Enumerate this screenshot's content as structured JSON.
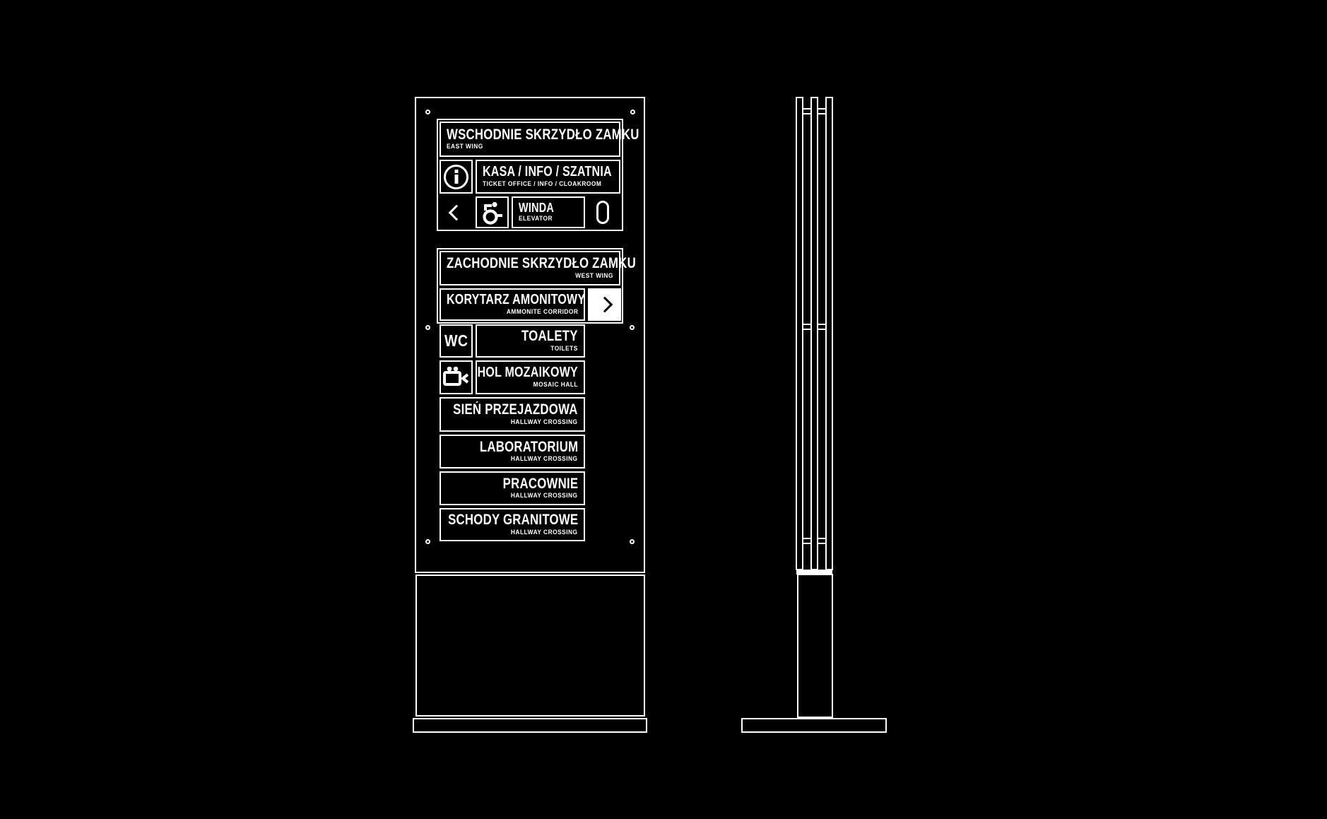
{
  "colors": {
    "background": "#000000",
    "stroke": "#ffffff",
    "panel_fill": "#000000",
    "highlight_fill": "#ffffff",
    "highlight_glyph": "#000000"
  },
  "front_view": {
    "east_wing_group": {
      "header": {
        "title": "WSCHODNIE SKRZYDŁO ZAMKU",
        "subtitle": "EAST WING"
      },
      "ticket_row": {
        "title": "KASA / INFO / SZATNIA",
        "subtitle": "TICKET OFFICE / INFO / CLOAKROOM",
        "icon": "info-icon"
      },
      "elevator_row": {
        "title": "WINDA",
        "subtitle": "ELEVATOR",
        "icons": [
          "chevron-left-icon",
          "wheelchair-icon",
          "elevator-door-icon"
        ]
      }
    },
    "west_wing_group": {
      "header": {
        "title": "ZACHODNIE SKRZYDŁO ZAMKU",
        "subtitle": "WEST WING"
      },
      "corridor_row": {
        "title": "KORYTARZ AMONITOWY",
        "subtitle": "AMMONITE CORRIDOR",
        "icon": "chevron-right-icon"
      }
    },
    "destination_rows": [
      {
        "icon_label": "WC",
        "title": "TOALETY",
        "subtitle": "TOILETS"
      },
      {
        "icon": "video-camera-icon",
        "title": "HOL MOZAIKOWY",
        "subtitle": "MOSAIC HALL"
      },
      {
        "title": "SIEŃ PRZEJAZDOWA",
        "subtitle": "HALLWAY CROSSING"
      },
      {
        "title": "LABORATORIUM",
        "subtitle": "HALLWAY CROSSING"
      },
      {
        "title": "PRACOWNIE",
        "subtitle": "HALLWAY CROSSING"
      },
      {
        "title": "SCHODY GRANITOWE",
        "subtitle": "HALLWAY CROSSING"
      }
    ]
  }
}
